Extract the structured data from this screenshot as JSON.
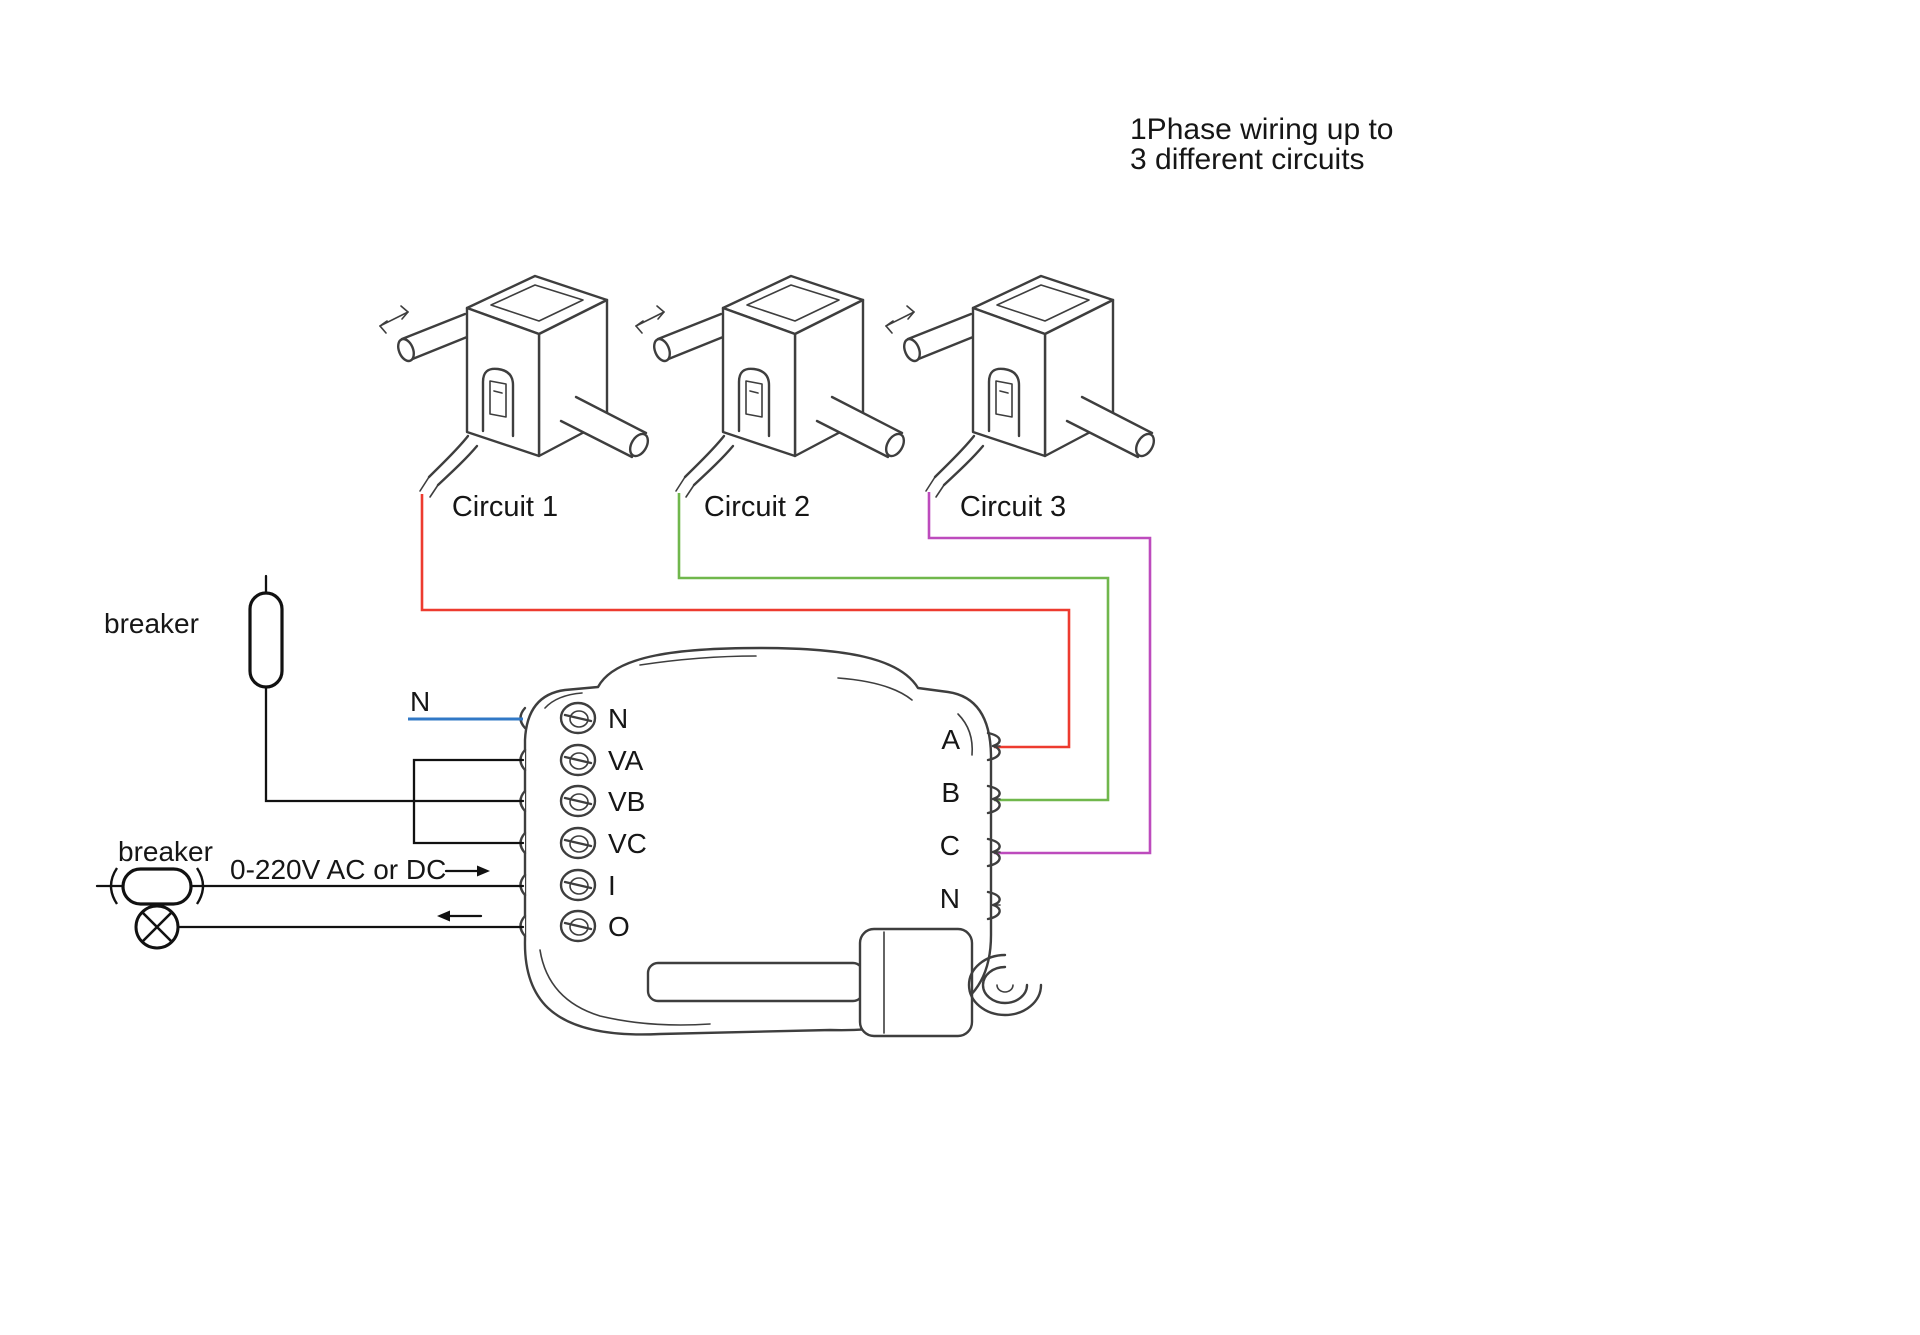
{
  "title": {
    "line1": "1Phase wiring up to",
    "line2": "3 different circuits"
  },
  "ct_labels": [
    "Circuit 1",
    "Circuit 2",
    "Circuit 3"
  ],
  "device": {
    "left_terminals": [
      "N",
      "VA",
      "VB",
      "VC",
      "I",
      "O"
    ],
    "right_terminals": [
      "A",
      "B",
      "C",
      "N"
    ]
  },
  "labels": {
    "breaker_top": "breaker",
    "breaker_bottom": "breaker",
    "neutral": "N",
    "supply": "0-220V AC or DC"
  },
  "colors": {
    "wire_red": "#ed3b2f",
    "wire_green": "#70b74c",
    "wire_magenta": "#bd4bbd",
    "wire_blue": "#3178c6",
    "wire_black": "#111111"
  }
}
